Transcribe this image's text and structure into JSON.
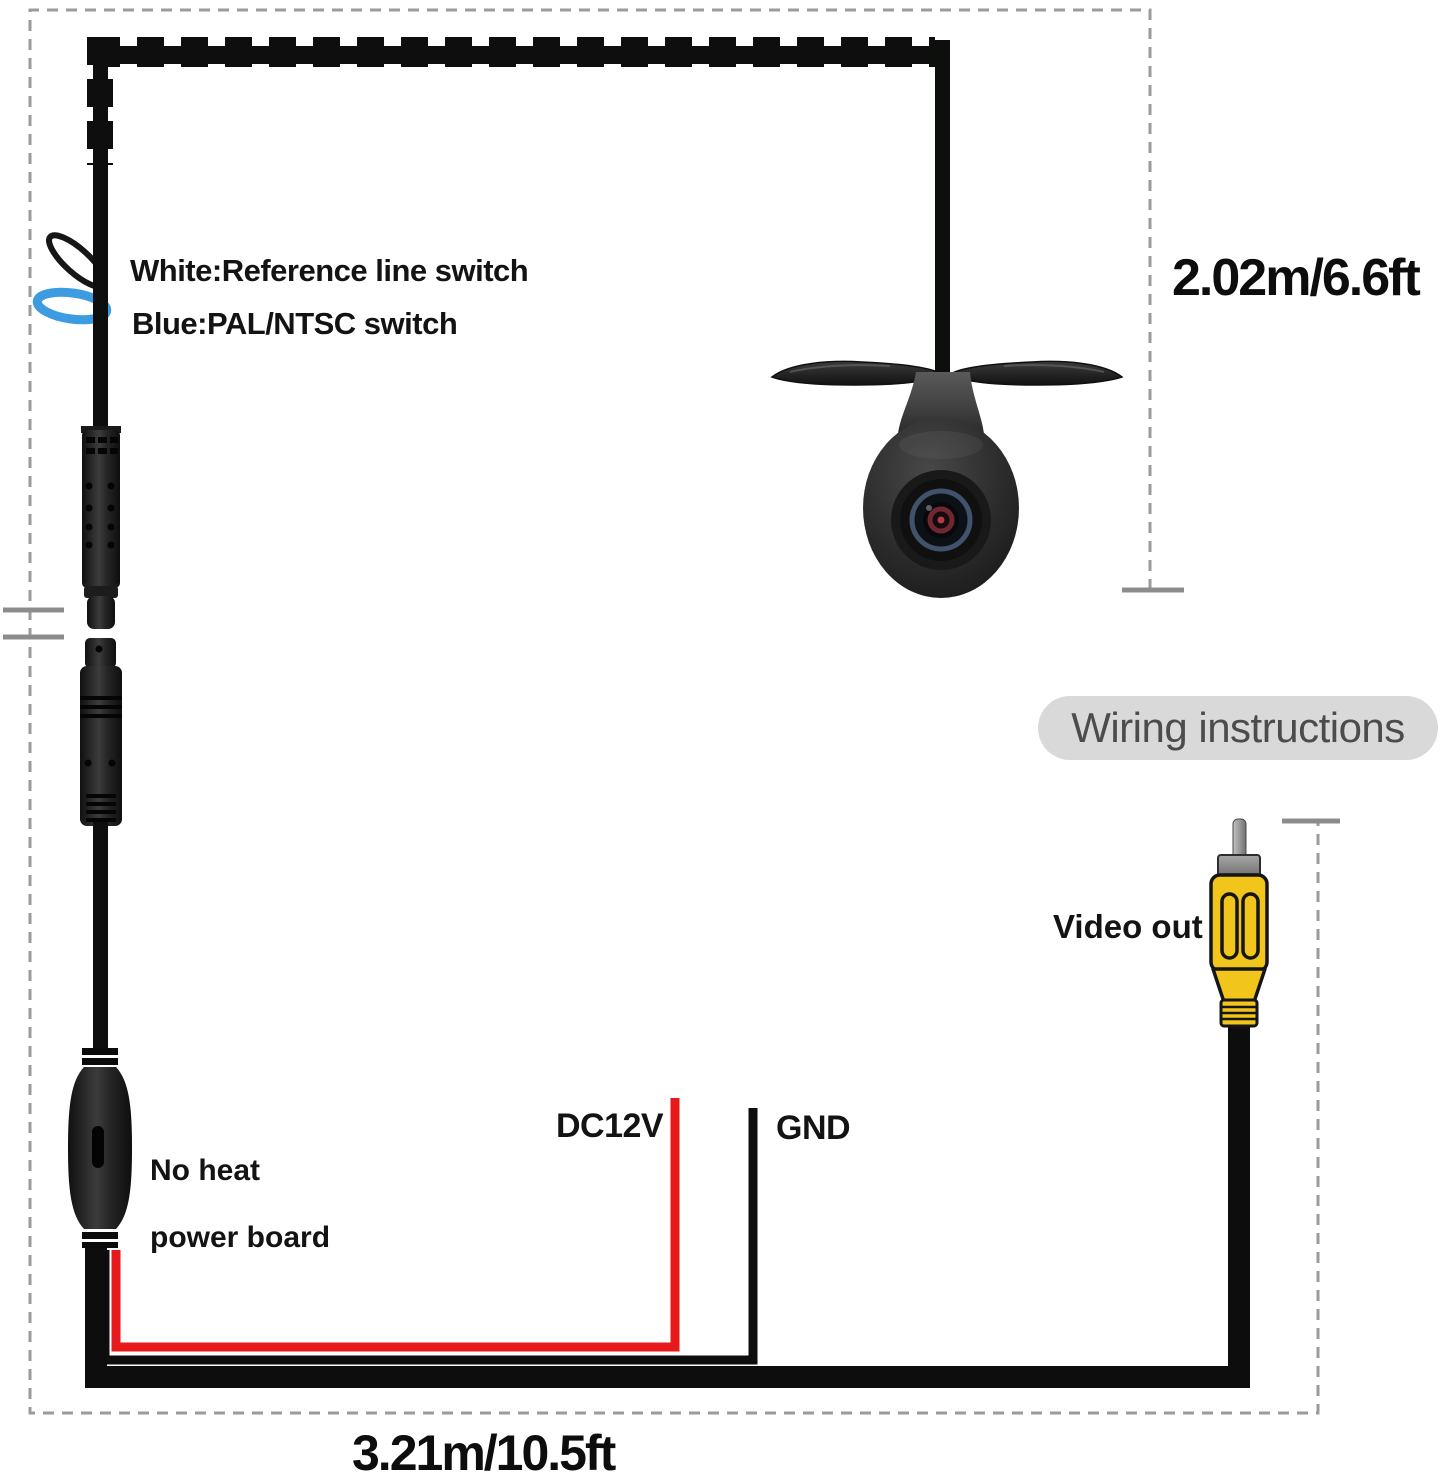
{
  "labels": {
    "white_switch": "White:Reference line switch",
    "blue_switch": "Blue:PAL/NTSC switch",
    "cable_length_top": "2.02m/6.6ft",
    "wiring_instructions": "Wiring instructions",
    "video_out": "Video out",
    "power_label": "DC12V",
    "ground_label": "GND",
    "power_board_line1": "No heat",
    "power_board_line2": "power board",
    "cable_length_bottom": "3.21m/10.5ft"
  },
  "colors": {
    "wire_red": "#e8191d",
    "loop_blue": "#3d9be2",
    "rca_yellow": "#f2c51d",
    "pill_background": "#d9d9d9",
    "pill_text": "#4c4c4c",
    "dashed_line": "#9b9b9b",
    "tick_mark": "#8c8c8c",
    "cable_black": "#0d0d0d"
  }
}
